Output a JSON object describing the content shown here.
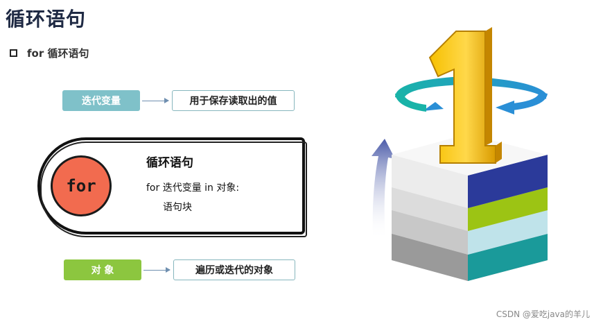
{
  "slide": {
    "title": "循环语句",
    "subtitle": "for 循环语句"
  },
  "iter_var": {
    "tag": "迭代变量",
    "description": "用于保存读取出的值"
  },
  "loop_panel": {
    "keyword": "for",
    "heading": "循环语句",
    "syntax_line": "for 迭代变量 in 对象:",
    "body_line": "语句块"
  },
  "object": {
    "tag": "对 象",
    "description": "遍历或迭代的对象"
  },
  "illustration": {
    "numeral": "1",
    "colors": {
      "numeral": "#f5b800",
      "arrows": "#2a8fd6",
      "stripe_blue": "#2b3a9a",
      "stripe_green": "#9cc414",
      "stripe_light": "#bfe3ea",
      "stripe_teal": "#1a9a9a",
      "up_arrow": "#4a5aa8"
    }
  },
  "watermark": "CSDN @爱吃java的羊儿"
}
